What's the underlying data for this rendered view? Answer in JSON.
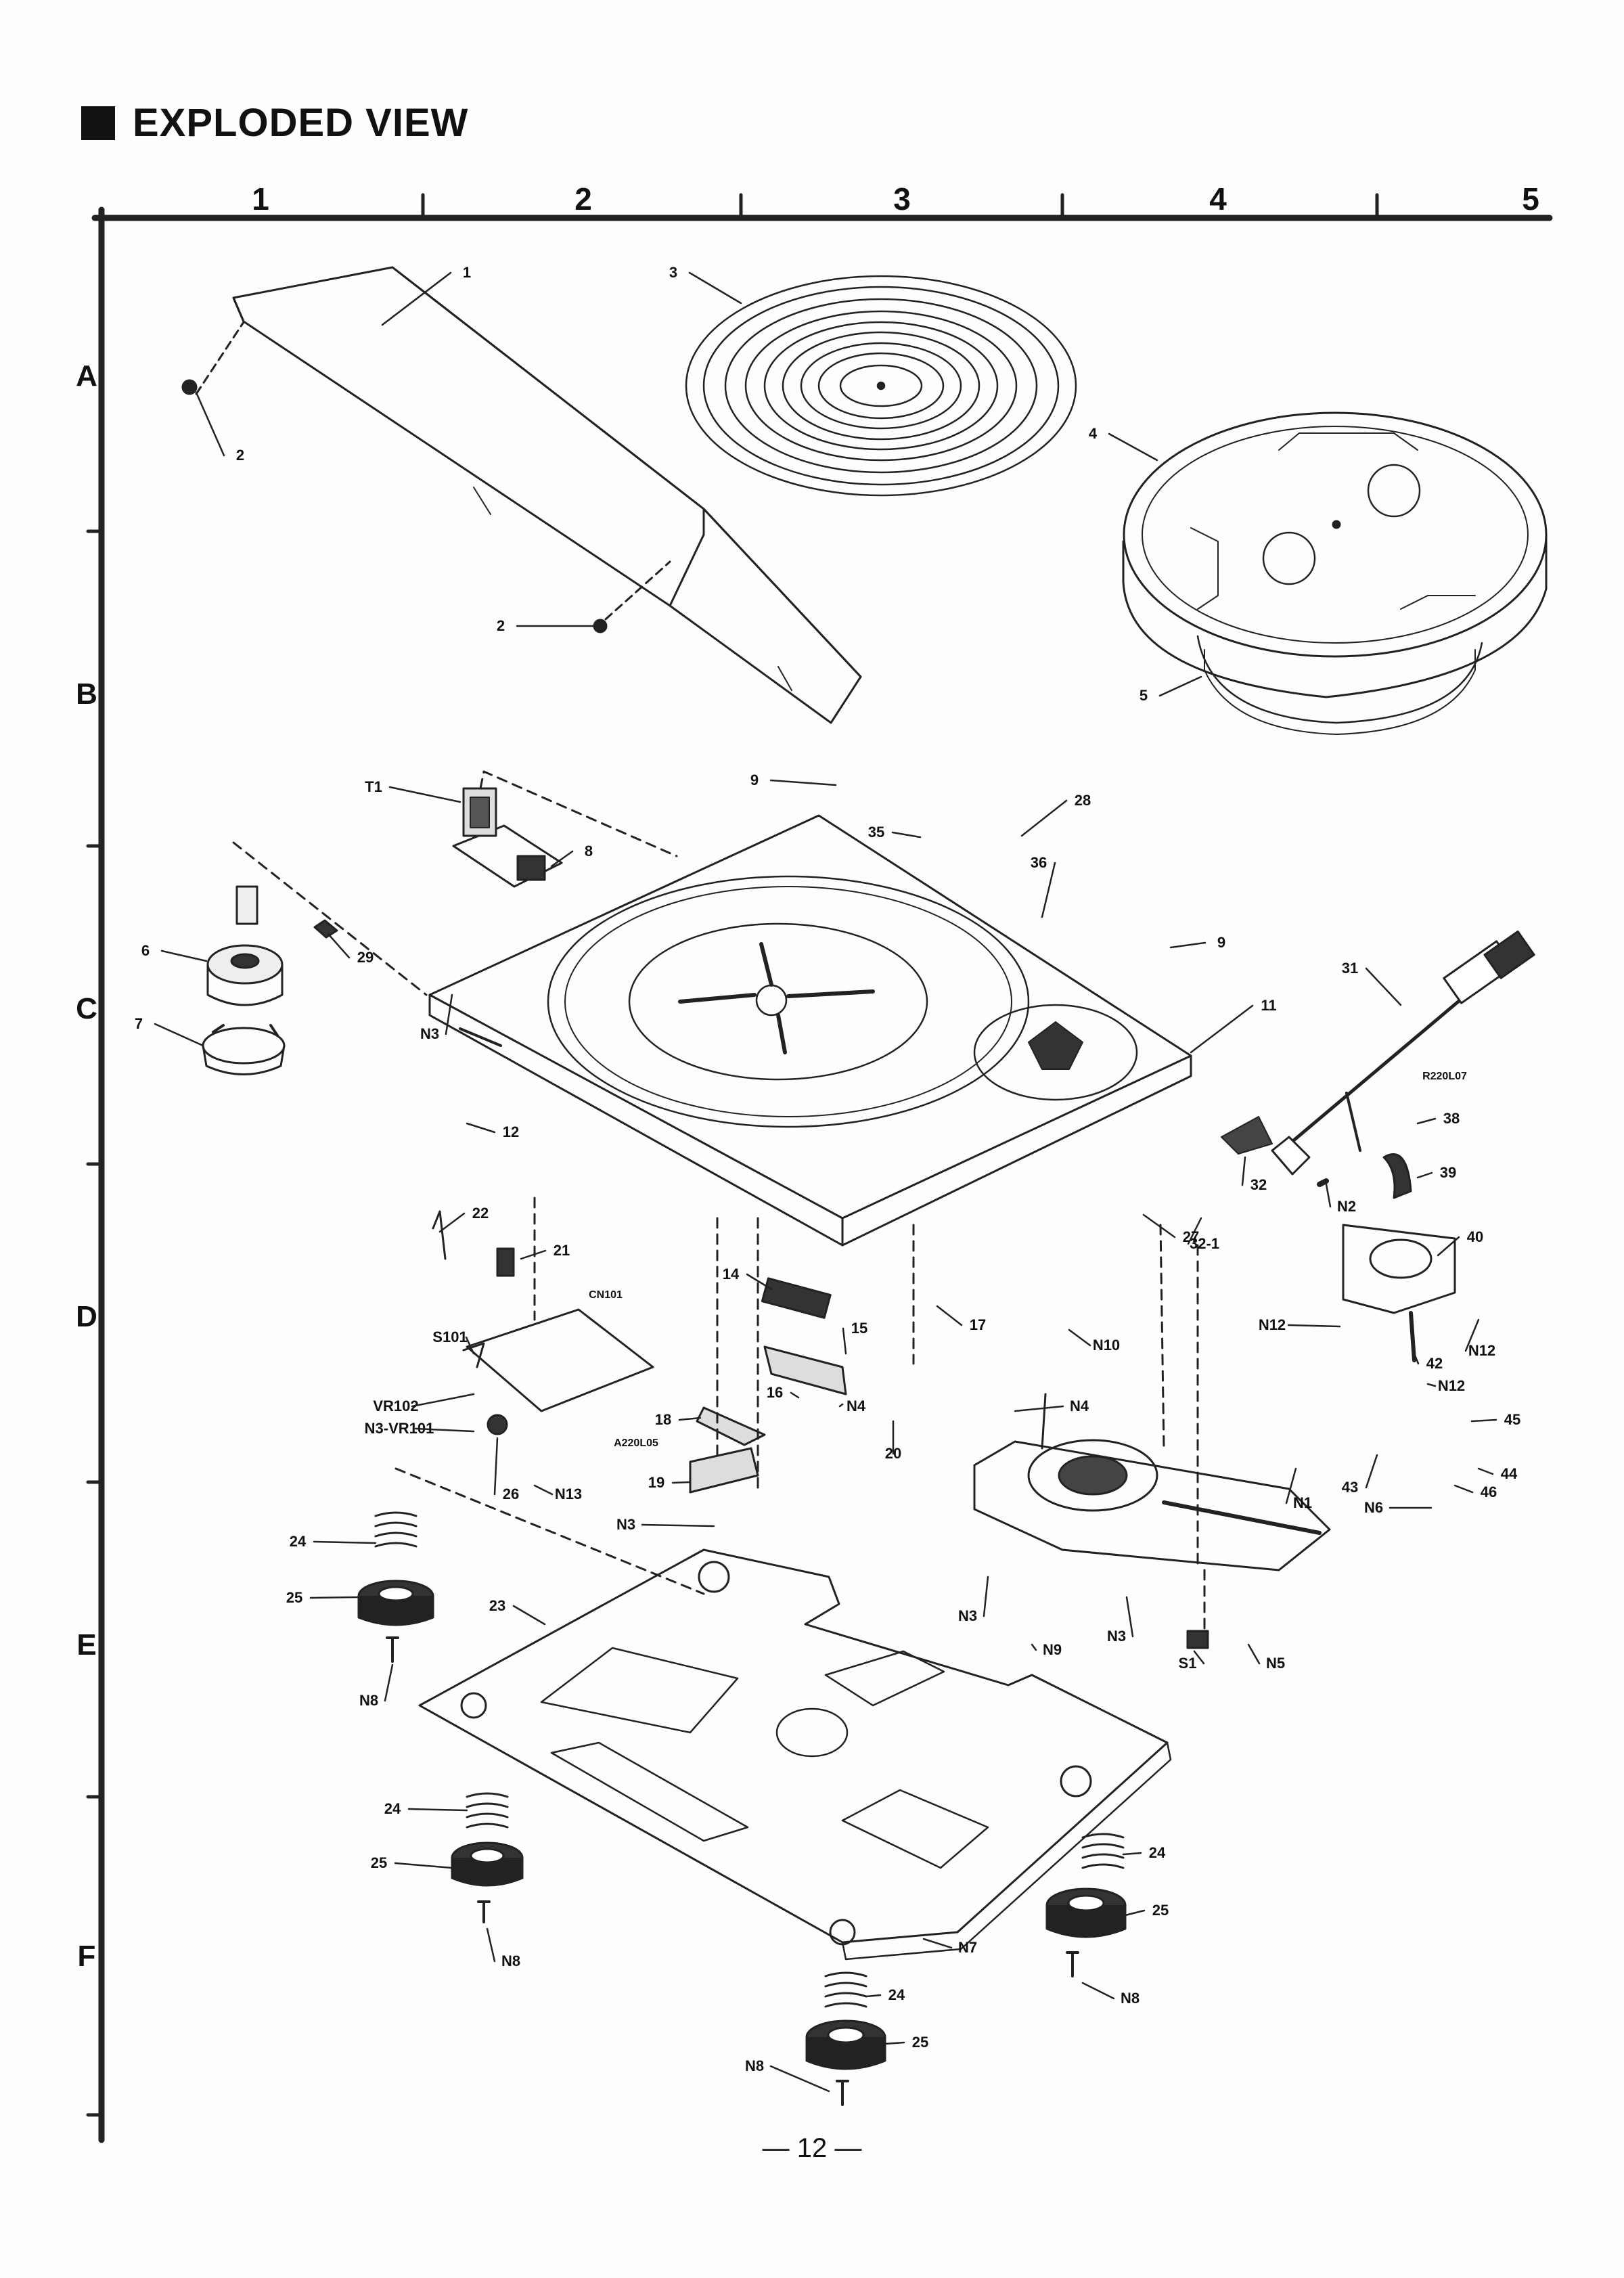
{
  "heading": "EXPLODED VIEW",
  "page_number": "— 12 —",
  "grid": {
    "columns": [
      "1",
      "2",
      "3",
      "4",
      "5"
    ],
    "rows": [
      "A",
      "B",
      "C",
      "D",
      "E",
      "F"
    ]
  },
  "callouts": [
    "1",
    "2",
    "2",
    "3",
    "4",
    "5",
    "T1",
    "8",
    "9",
    "35",
    "28",
    "36",
    "6",
    "29",
    "7",
    "N3",
    "9",
    "11",
    "31",
    "R220L07",
    "38",
    "39",
    "32",
    "32-1",
    "N2",
    "12",
    "22",
    "21",
    "27",
    "40",
    "CN101",
    "14",
    "15",
    "17",
    "S101",
    "VR102",
    "N3-VR101",
    "16",
    "N4",
    "N10",
    "N12",
    "N12",
    "42",
    "N12",
    "18",
    "A220L05",
    "19",
    "N3",
    "N13",
    "26",
    "20",
    "N4",
    "45",
    "43",
    "N1",
    "44",
    "46",
    "N6",
    "24",
    "25",
    "23",
    "N8",
    "N3",
    "N9",
    "N3",
    "S1",
    "N5",
    "24",
    "25",
    "N8",
    "24",
    "25",
    "N7",
    "N8",
    "24",
    "25",
    "N8"
  ]
}
